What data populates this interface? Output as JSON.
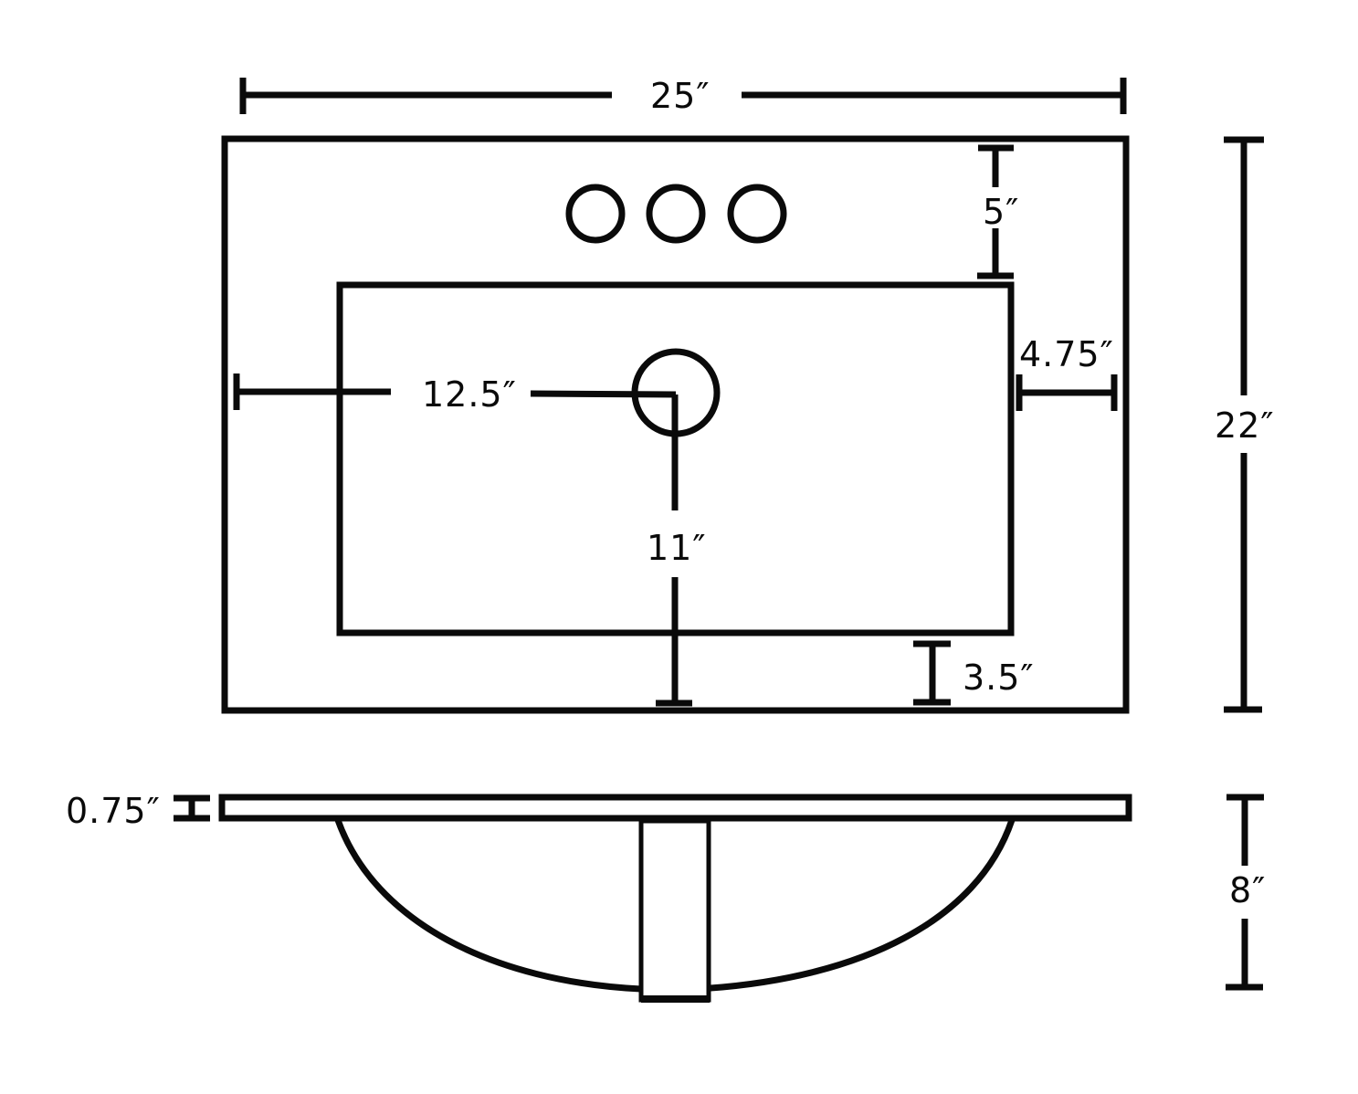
{
  "diagram": {
    "type": "bathroom vanity top sink dimension drawing",
    "colors": {
      "line": "#0a0a0a",
      "background": "#ffffff"
    },
    "top_view": {
      "overall_width": "25″",
      "overall_depth": "22″",
      "faucet_hole_count": 3,
      "back_to_bowl": "5″",
      "side_to_bowl": "4.75″",
      "edge_to_drain_center": "12.5″",
      "front_to_drain_center": "11″",
      "front_to_bowl": "3.5″"
    },
    "side_view": {
      "top_thickness": "0.75″",
      "bowl_depth": "8″"
    }
  }
}
